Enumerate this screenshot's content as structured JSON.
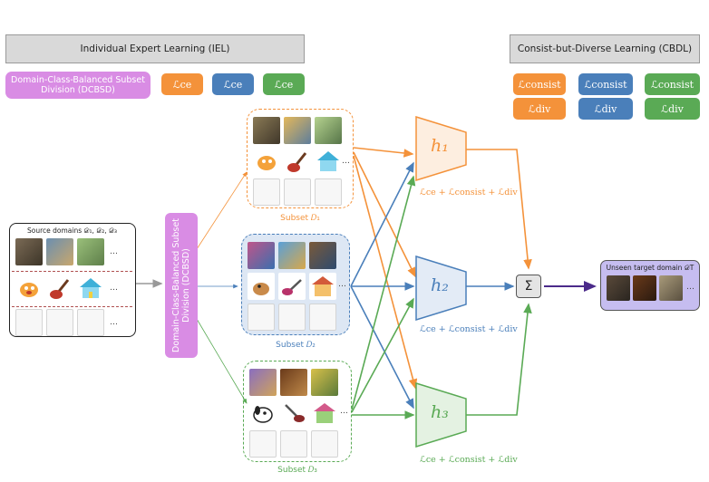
{
  "headers": {
    "iel": "Individual Expert Learning (IEL)",
    "cbdl": "Consist-but-Diverse Learning (CBDL)"
  },
  "legend": {
    "dcbsd_label": "Domain-Class-Balanced Subset Division (DCBSD)",
    "ce_chip": "ℒce",
    "consist_chip": "ℒconsist",
    "div_chip": "ℒdiv"
  },
  "source": {
    "title": "Source domains 𝒟₁, 𝒟₂, 𝒟₃",
    "ellipsis": "…"
  },
  "dcbsd_vertical": "Domain-Class-Balanced Subset Division (DCBSD)",
  "subsets": [
    {
      "label": "Subset 𝐷₁",
      "color": "#f4923a"
    },
    {
      "label": "Subset 𝐷₂",
      "color": "#4a7fba"
    },
    {
      "label": "Subset 𝐷₃",
      "color": "#5aaa55"
    }
  ],
  "experts": [
    {
      "label": "h₁",
      "loss": "ℒce + ℒconsist + ℒdiv",
      "color": "#f4923a"
    },
    {
      "label": "h₂",
      "loss": "ℒce + ℒconsist + ℒdiv",
      "color": "#4a7fba"
    },
    {
      "label": "h₃",
      "loss": "ℒce + ℒconsist + ℒdiv",
      "color": "#5aaa55"
    }
  ],
  "aggregator": "Σ",
  "target": {
    "title": "Unseen target domain 𝒟T",
    "ellipsis": "…"
  },
  "colors": {
    "orange": "#f4923a",
    "blue": "#4a7fba",
    "green": "#5aaa55",
    "purple": "#d98ce4",
    "target_bg": "#c6bdf0",
    "arrow_dark": "#4b2a8a"
  }
}
